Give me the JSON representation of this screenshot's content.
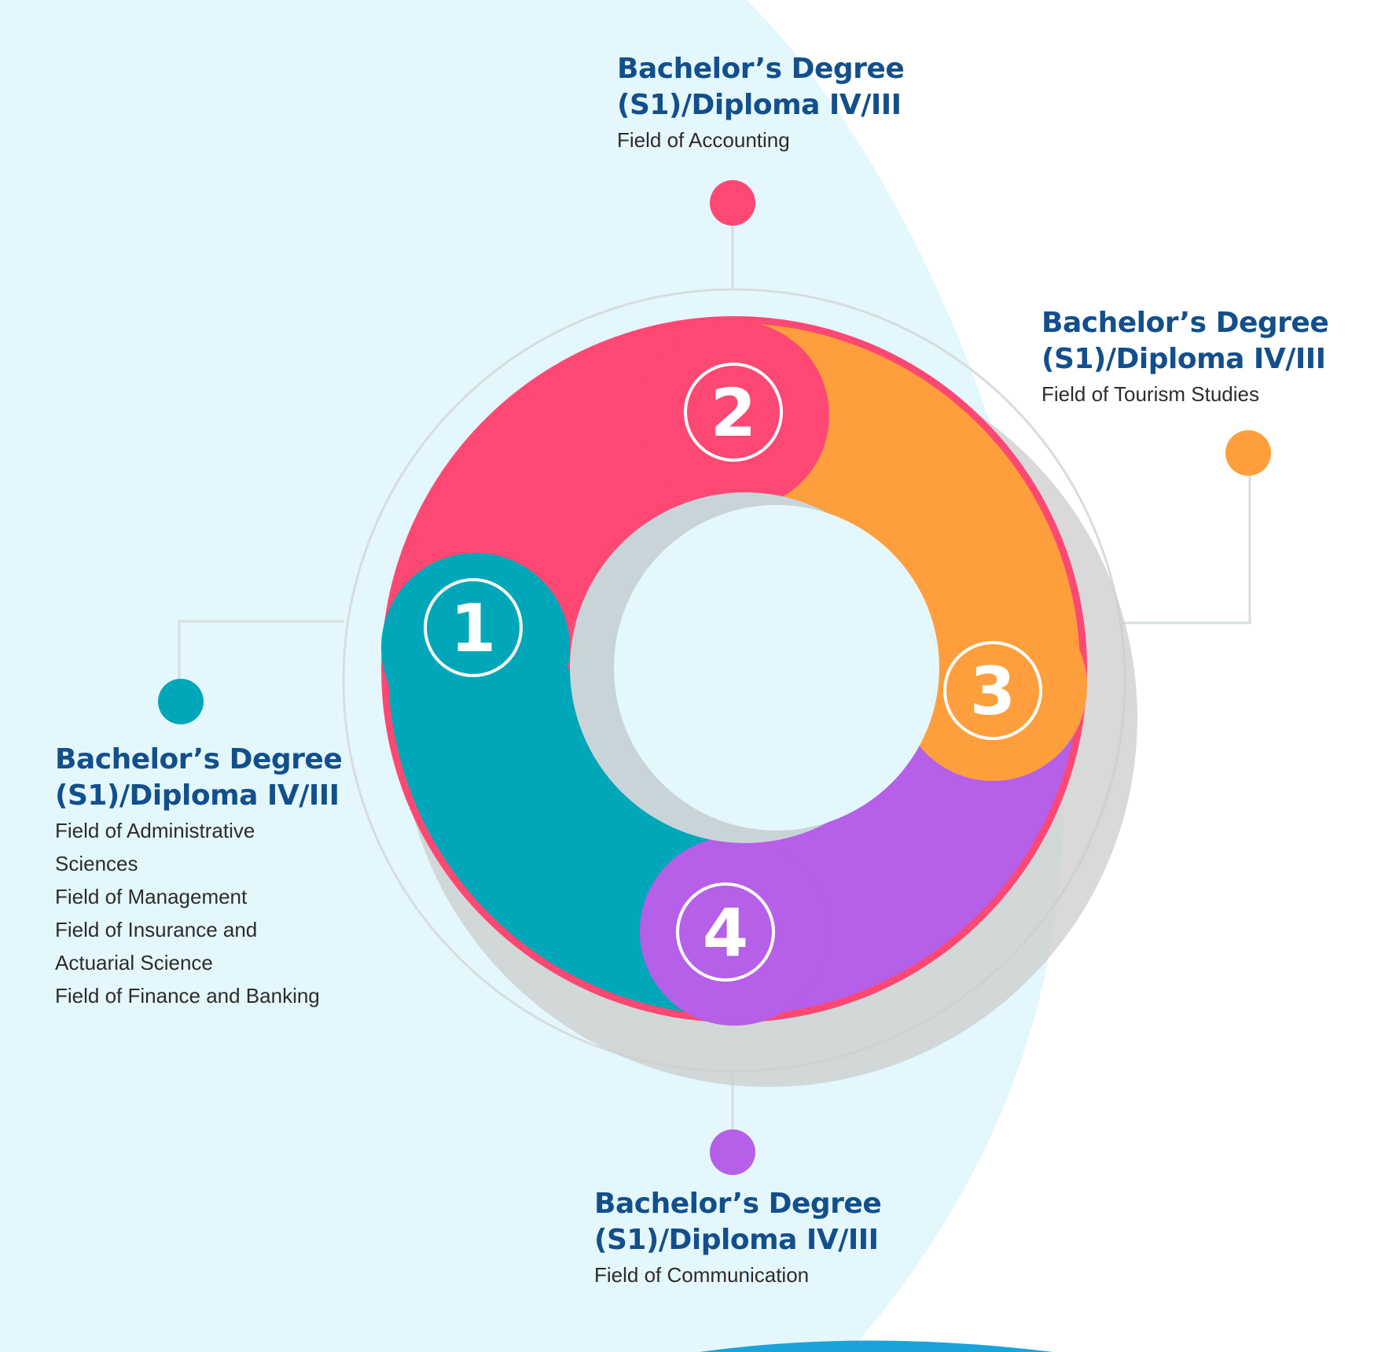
{
  "colors": {
    "background_light_blue": "#e4f7fc",
    "connector_gray": "#d6dde0",
    "segment_1": "#00a7b8",
    "segment_2": "#fd4874",
    "segment_3": "#fe9e3c",
    "segment_4": "#b65fe8",
    "heading_blue": "#124f8c"
  },
  "segments": [
    {
      "number": "1",
      "title_line1": "Bachelor’s Degree",
      "title_line2": "(S1)/Diploma IV/III",
      "fields": [
        "Field of Administrative",
        "Sciences",
        "Field of  Management",
        "Field of Insurance and",
        "Actuarial Science",
        "Field of Finance and Banking"
      ]
    },
    {
      "number": "2",
      "title_line1": "Bachelor’s Degree",
      "title_line2": "(S1)/Diploma IV/III",
      "fields": [
        "Field of Accounting"
      ]
    },
    {
      "number": "3",
      "title_line1": "Bachelor’s Degree",
      "title_line2": "(S1)/Diploma IV/III",
      "fields": [
        "Field of Tourism Studies"
      ]
    },
    {
      "number": "4",
      "title_line1": "Bachelor’s Degree",
      "title_line2": "(S1)/Diploma IV/III",
      "fields": [
        "Field of Communication"
      ]
    }
  ]
}
